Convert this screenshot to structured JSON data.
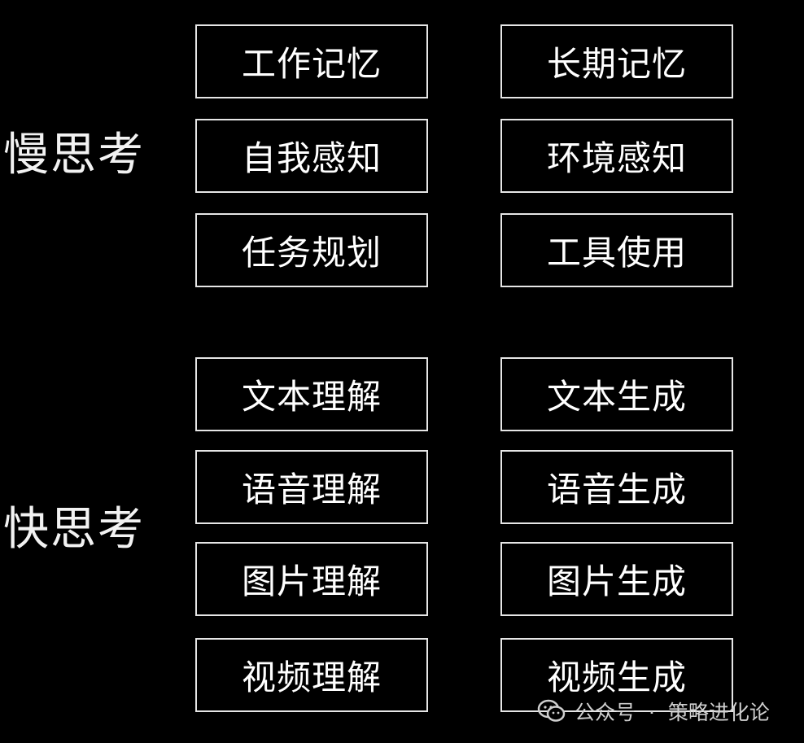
{
  "groups": [
    {
      "label": "慢思考",
      "rows": [
        {
          "left": "工作记忆",
          "right": "长期记忆"
        },
        {
          "left": "自我感知",
          "right": "环境感知"
        },
        {
          "left": "任务规划",
          "right": "工具使用"
        }
      ]
    },
    {
      "label": "快思考",
      "rows": [
        {
          "left": "文本理解",
          "right": "文本生成"
        },
        {
          "left": "语音理解",
          "right": "语音生成"
        },
        {
          "left": "图片理解",
          "right": "图片生成"
        },
        {
          "left": "视频理解",
          "right": "视频生成"
        }
      ]
    }
  ],
  "watermark": {
    "account_prefix": "公众号",
    "separator": "·",
    "account_name": "策略进化论",
    "icon": "wechat-icon"
  },
  "colors": {
    "background": "#000000",
    "box_border": "#e6e6e6",
    "text": "#ffffff"
  }
}
